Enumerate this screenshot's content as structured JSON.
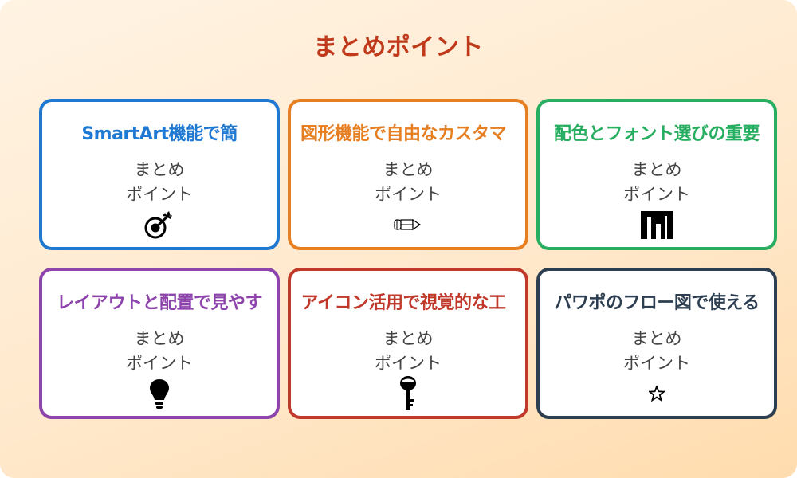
{
  "page": {
    "title": "まとめポイント",
    "title_color": "#c0391b",
    "background_gradient": [
      "#fff3e3",
      "#ffdcae"
    ]
  },
  "cards": [
    {
      "title": "SmartArt機能で簡",
      "subtitle_line1": "まとめ",
      "subtitle_line2": "ポイント",
      "icon": "target-arrow-icon",
      "color": "#1f78d1"
    },
    {
      "title": "図形機能で自由なカスタマ",
      "subtitle_line1": "まとめ",
      "subtitle_line2": "ポイント",
      "icon": "pencil-icon",
      "color": "#e67e22"
    },
    {
      "title": "配色とフォント選びの重要",
      "subtitle_line1": "まとめ",
      "subtitle_line2": "ポイント",
      "icon": "bar-chart-icon",
      "color": "#27ae60"
    },
    {
      "title": "レイアウトと配置で見やす",
      "subtitle_line1": "まとめ",
      "subtitle_line2": "ポイント",
      "icon": "lightbulb-icon",
      "color": "#8e44ad"
    },
    {
      "title": "アイコン活用で視覚的な工",
      "subtitle_line1": "まとめ",
      "subtitle_line2": "ポイント",
      "icon": "key-icon",
      "color": "#c0392b"
    },
    {
      "title": "パワポのフロー図で使える",
      "subtitle_line1": "まとめ",
      "subtitle_line2": "ポイント",
      "icon": "star-icon",
      "color": "#2c3e50"
    }
  ]
}
